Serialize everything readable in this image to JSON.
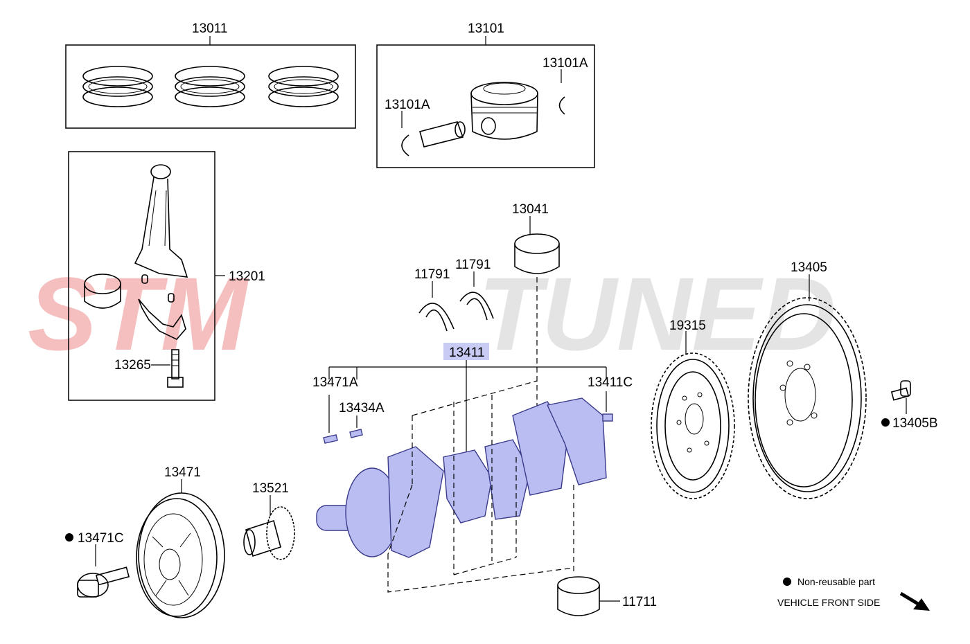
{
  "watermark": {
    "left_text": "STM",
    "right_text": "TUNED",
    "left_color": "#f08c8c",
    "right_color": "#cfcfcf"
  },
  "highlight_color": "#b9bdf2",
  "labels": {
    "p13011": "13011",
    "p13101": "13101",
    "p13101A_top": "13101A",
    "p13101A_left": "13101A",
    "p13201": "13201",
    "p13265": "13265",
    "p13041": "13041",
    "p11791_a": "11791",
    "p11791_b": "11791",
    "p13411": "13411",
    "p13471A": "13471A",
    "p13434A": "13434A",
    "p13411C": "13411C",
    "p13405": "13405",
    "p19315": "19315",
    "p13405B": "13405B",
    "p13471": "13471",
    "p13521": "13521",
    "p13471C": "13471C",
    "p11711": "11711"
  },
  "legend": {
    "non_reusable": "Non-reusable part",
    "vehicle_front": "VEHICLE FRONT SIDE"
  }
}
